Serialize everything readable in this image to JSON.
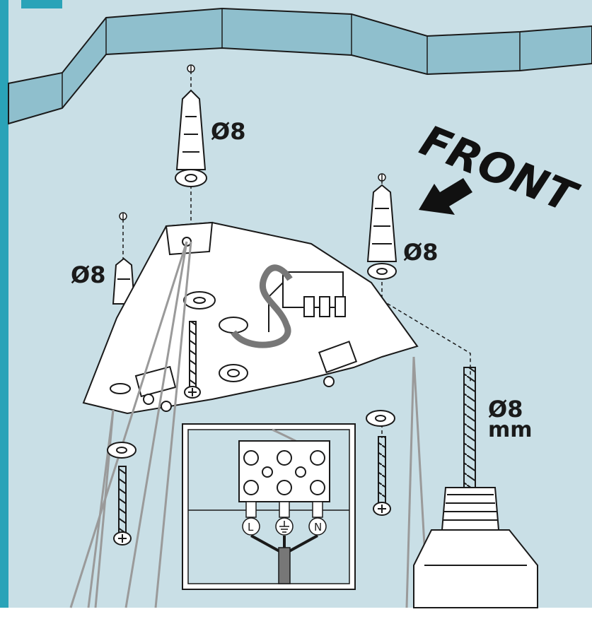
{
  "colors": {
    "ceiling": "#c9dfe6",
    "wall_band": "#8fbfcd",
    "wall_edge": "#5c95a7",
    "accent_tab": "#2aa3b8",
    "outline": "#1a1a1a",
    "bracket": "#ffffff",
    "wire": "#9a9a9a",
    "cable": "#777777",
    "inset_bg": "#c9dfe6"
  },
  "labels": {
    "dowel_top": "Ø8",
    "dowel_left": "Ø8",
    "dowel_right": "Ø8",
    "drill_size": "Ø8",
    "drill_unit": "mm",
    "front": "FRONT"
  },
  "terminals": {
    "live": "L",
    "neutral": "N"
  },
  "icons": {
    "direction_arrow": "arrow-down-left-icon",
    "earth": "earth-ground-icon"
  }
}
